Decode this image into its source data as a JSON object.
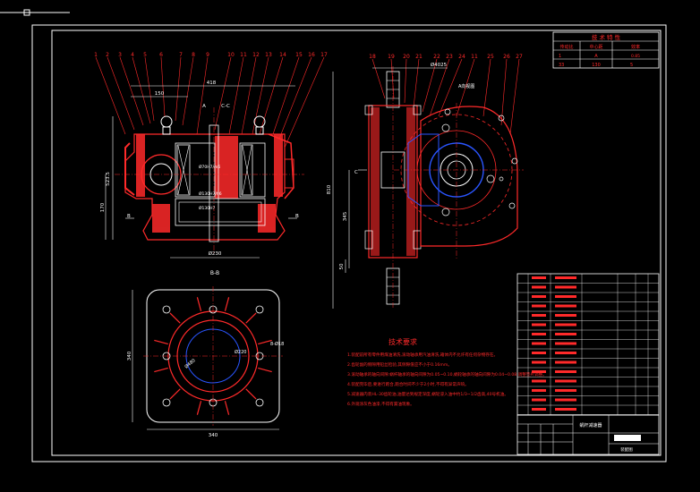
{
  "colors": {
    "background": "#000000",
    "line_white": "#ffffff",
    "line_red": "#ff2a2a",
    "line_blue": "#2a55ff",
    "line_yellow": "#ffff40",
    "line_green": "#00ff66",
    "line_magenta": "#ff40ff"
  },
  "labels_left": [
    "1",
    "2",
    "3",
    "4",
    "5",
    "6",
    "7",
    "8",
    "9",
    "10",
    "11",
    "12",
    "13",
    "14",
    "15",
    "16",
    "17"
  ],
  "labels_right": [
    "18",
    "19",
    "20",
    "21",
    "22",
    "23",
    "24",
    "11",
    "25",
    "26",
    "27"
  ],
  "dims_left": {
    "d150": "150",
    "d418": "418",
    "cc": "C-C",
    "a": "A",
    "d5235": "523.5",
    "d170": "170",
    "b1": "B",
    "b2": "B",
    "d230": "Ø230",
    "fit1": "Ø70H7/m6",
    "fit2": "Ø130H7/h6",
    "fit3": "Ø130H7"
  },
  "dims_right": {
    "d4025": "Ø4025",
    "view": "A向视图",
    "c": "C",
    "d810": "810",
    "d345": "345",
    "d50": "50"
  },
  "section_bb": {
    "title": "B-B",
    "d340w": "340",
    "d340h": "340",
    "d18": "8-Ø18",
    "d480": "Ø480",
    "d220": "Ø220"
  },
  "tech_params": {
    "title": "技 术 特 性",
    "headers": [
      "传动比",
      "中心距",
      "效率"
    ],
    "row1": [
      "1",
      "A",
      "0.85"
    ],
    "row2": [
      "33",
      "130",
      "5"
    ]
  },
  "tech_req": {
    "title": "技术要求",
    "items": [
      "1.装配前所有零件用煤油清洗,滚动轴承用汽油清洗,箱体内不允许有任何杂物存在。",
      "2.齿轮副的侧隙用铅丝检验,其侧隙值应不小于0.16mm。",
      "3.滚动轴承的轴向间隙:蜗杆轴承的轴向间隙为0.05~0.10,蜗轮轴承的轴向间隙为0.04~0.08,调整垫片调整。",
      "4.装配完毕后,要进行跑合,跑合时间不少于2小时,不得有异常声响。",
      "5.减速器内装HL-30齿轮油,油量达到规定深度,蜗轮浸入油中约1/3~1/2齿高,40号机油。",
      "6.外观涂灰色油漆,不得有漏油现象。"
    ]
  },
  "title_block": {
    "drawing_name": "蜗杆减速器",
    "doc_no": "装配图"
  }
}
